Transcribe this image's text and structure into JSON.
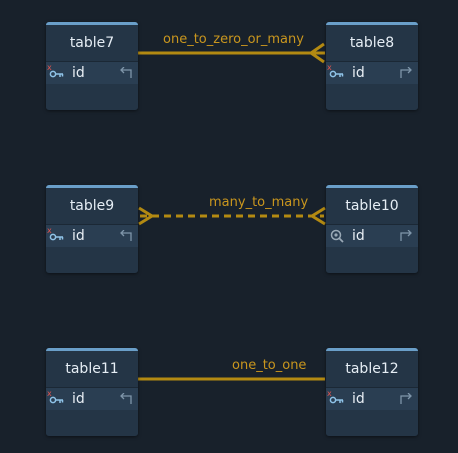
{
  "colors": {
    "background": "#18212b",
    "line": "#b38a12",
    "label": "#c9961e",
    "header_accent": "#6a9fc9"
  },
  "tables": {
    "t7": {
      "name": "table7",
      "column": "id",
      "key_icon": "key-icon"
    },
    "t8": {
      "name": "table8",
      "column": "id",
      "key_icon": "key-icon"
    },
    "t9": {
      "name": "table9",
      "column": "id",
      "key_icon": "key-icon"
    },
    "t10": {
      "name": "table10",
      "column": "id",
      "key_icon": "search-key-icon"
    },
    "t11": {
      "name": "table11",
      "column": "id",
      "key_icon": "key-icon"
    },
    "t12": {
      "name": "table12",
      "column": "id",
      "key_icon": "key-icon"
    }
  },
  "relations": {
    "r1": {
      "label": "one_to_zero_or_many",
      "from": "table8",
      "to": "table7",
      "style": "solid"
    },
    "r2": {
      "label": "many_to_many",
      "from": "table10",
      "to": "table9",
      "style": "dashed"
    },
    "r3": {
      "label": "one_to_one",
      "from": "table12",
      "to": "table11",
      "style": "solid"
    }
  }
}
